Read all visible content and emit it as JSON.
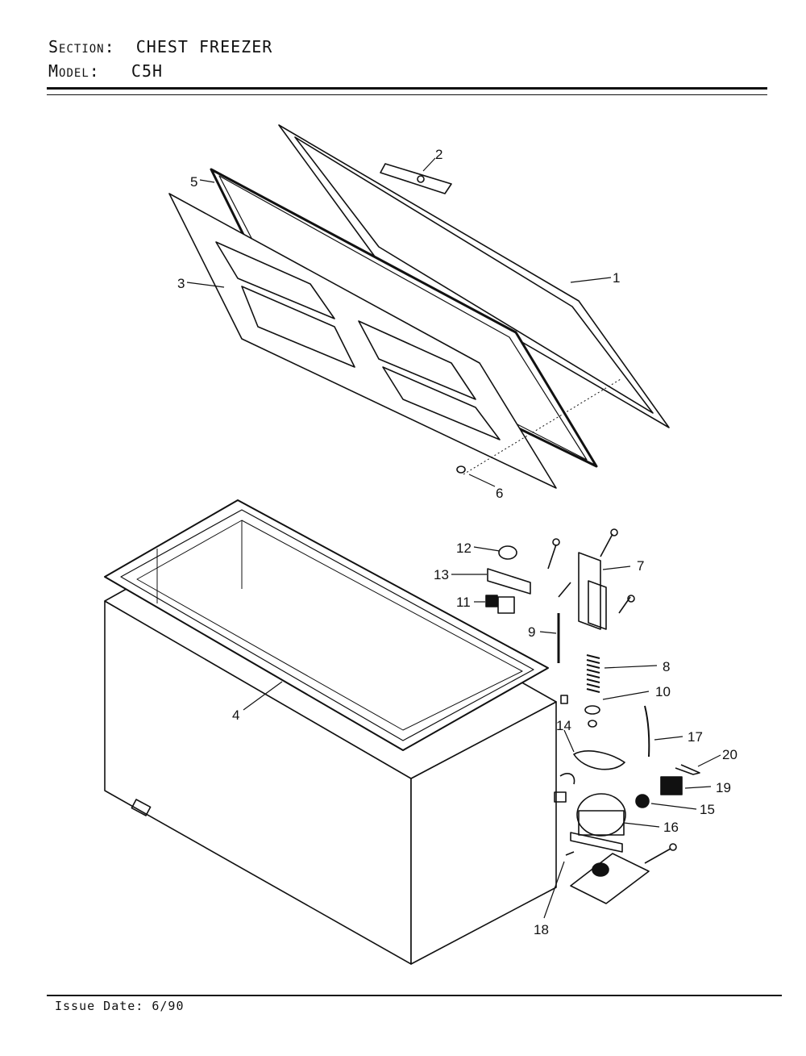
{
  "header": {
    "section_key": "Section:",
    "section_value": "CHEST FREEZER",
    "model_key": "Model:",
    "model_value": "C5H"
  },
  "footer": {
    "issue_date": "Issue Date: 6/90"
  },
  "callouts": [
    "1",
    "2",
    "3",
    "4",
    "5",
    "6",
    "7",
    "8",
    "9",
    "10",
    "11",
    "12",
    "13",
    "14",
    "15",
    "16",
    "17",
    "18",
    "19",
    "20"
  ]
}
